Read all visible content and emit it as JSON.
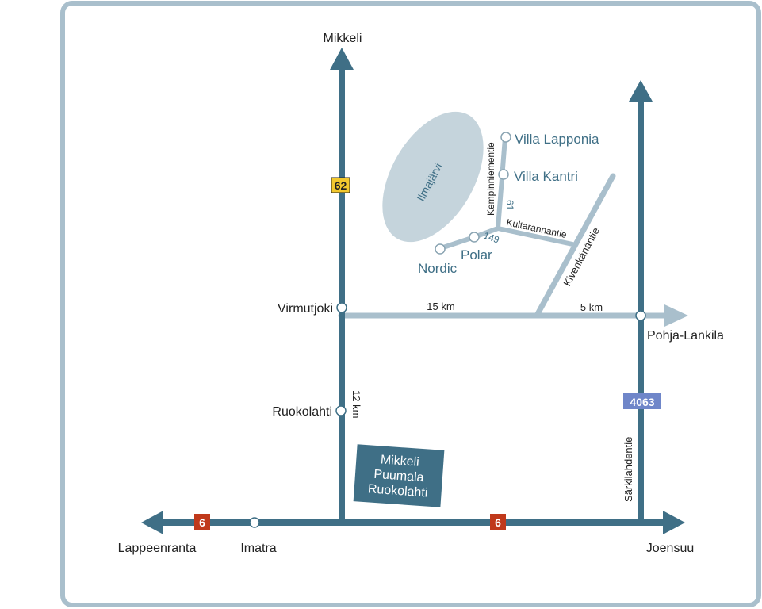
{
  "colors": {
    "frame": "#a9bfcc",
    "main_road": "#3f6f86",
    "secondary_road": "#a9bfcc",
    "lake": "#c5d4dc",
    "route_6_badge": "#c0391b",
    "route_62_badge": "#f2c82e",
    "route_4063_badge": "#6f86c9"
  },
  "places": {
    "mikkeli": "Mikkeli",
    "virmutjoki": "Virmutjoki",
    "ruokolahti": "Ruokolahti",
    "lappeenranta": "Lappeenranta",
    "imatra": "Imatra",
    "joensuu": "Joensuu",
    "pohja_lankila": "Pohja-Lankila"
  },
  "lake": {
    "name": "Ilmajärvi"
  },
  "locations": {
    "villa_lapponia": "Villa Lapponia",
    "villa_kantri": "Villa Kantri",
    "polar": "Polar",
    "nordic": "Nordic"
  },
  "roads": {
    "kempinniementie": "Kempinniementie",
    "kultarannantie": "Kultarannantie",
    "kivenkanantie": "Kivenkänäntie",
    "sarkilahdentie": "Särkilahdentie",
    "road_61": "61",
    "road_149": "149"
  },
  "distances": {
    "d_15km": "15 km",
    "d_5km": "5 km",
    "d_12km": "12 km"
  },
  "route_badges": {
    "r62": "62",
    "r6_left": "6",
    "r6_right": "6",
    "r4063": "4063"
  },
  "sign": {
    "line1": "Mikkeli",
    "line2": "Puumala",
    "line3": "Ruokolahti"
  }
}
